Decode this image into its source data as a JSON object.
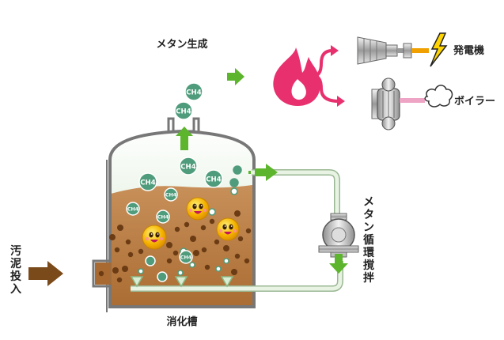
{
  "labels": {
    "methane_generation": "メタン生成",
    "power_generator": "発電機",
    "boiler": "ボイラー",
    "sludge_input": "汚泥投入",
    "methane_circulation": "メタン循環撹拌",
    "digester": "消化槽"
  },
  "molecule_label": "CH4",
  "colors": {
    "arrow_green": "#5db52e",
    "sludge_arrow": "#7a4a1a",
    "flame_pink": "#e8306e",
    "gas_dome": "#d9ecd4",
    "sludge_brown": "#b77b3f",
    "methane_bubble": "#4f9c7c",
    "tank_outline": "#777777",
    "pipe_fill": "#e9f3e4",
    "lightning_yellow": "#ffd400",
    "boiler_pink": "#eea4c4"
  },
  "icons": {
    "flame": "flame-icon",
    "generator": "turbine-icon",
    "lightning": "lightning-icon",
    "boiler": "boiler-icon",
    "steam": "steam-cloud-icon",
    "pump": "pump-icon",
    "bacteria": "bacteria-face-icon"
  }
}
